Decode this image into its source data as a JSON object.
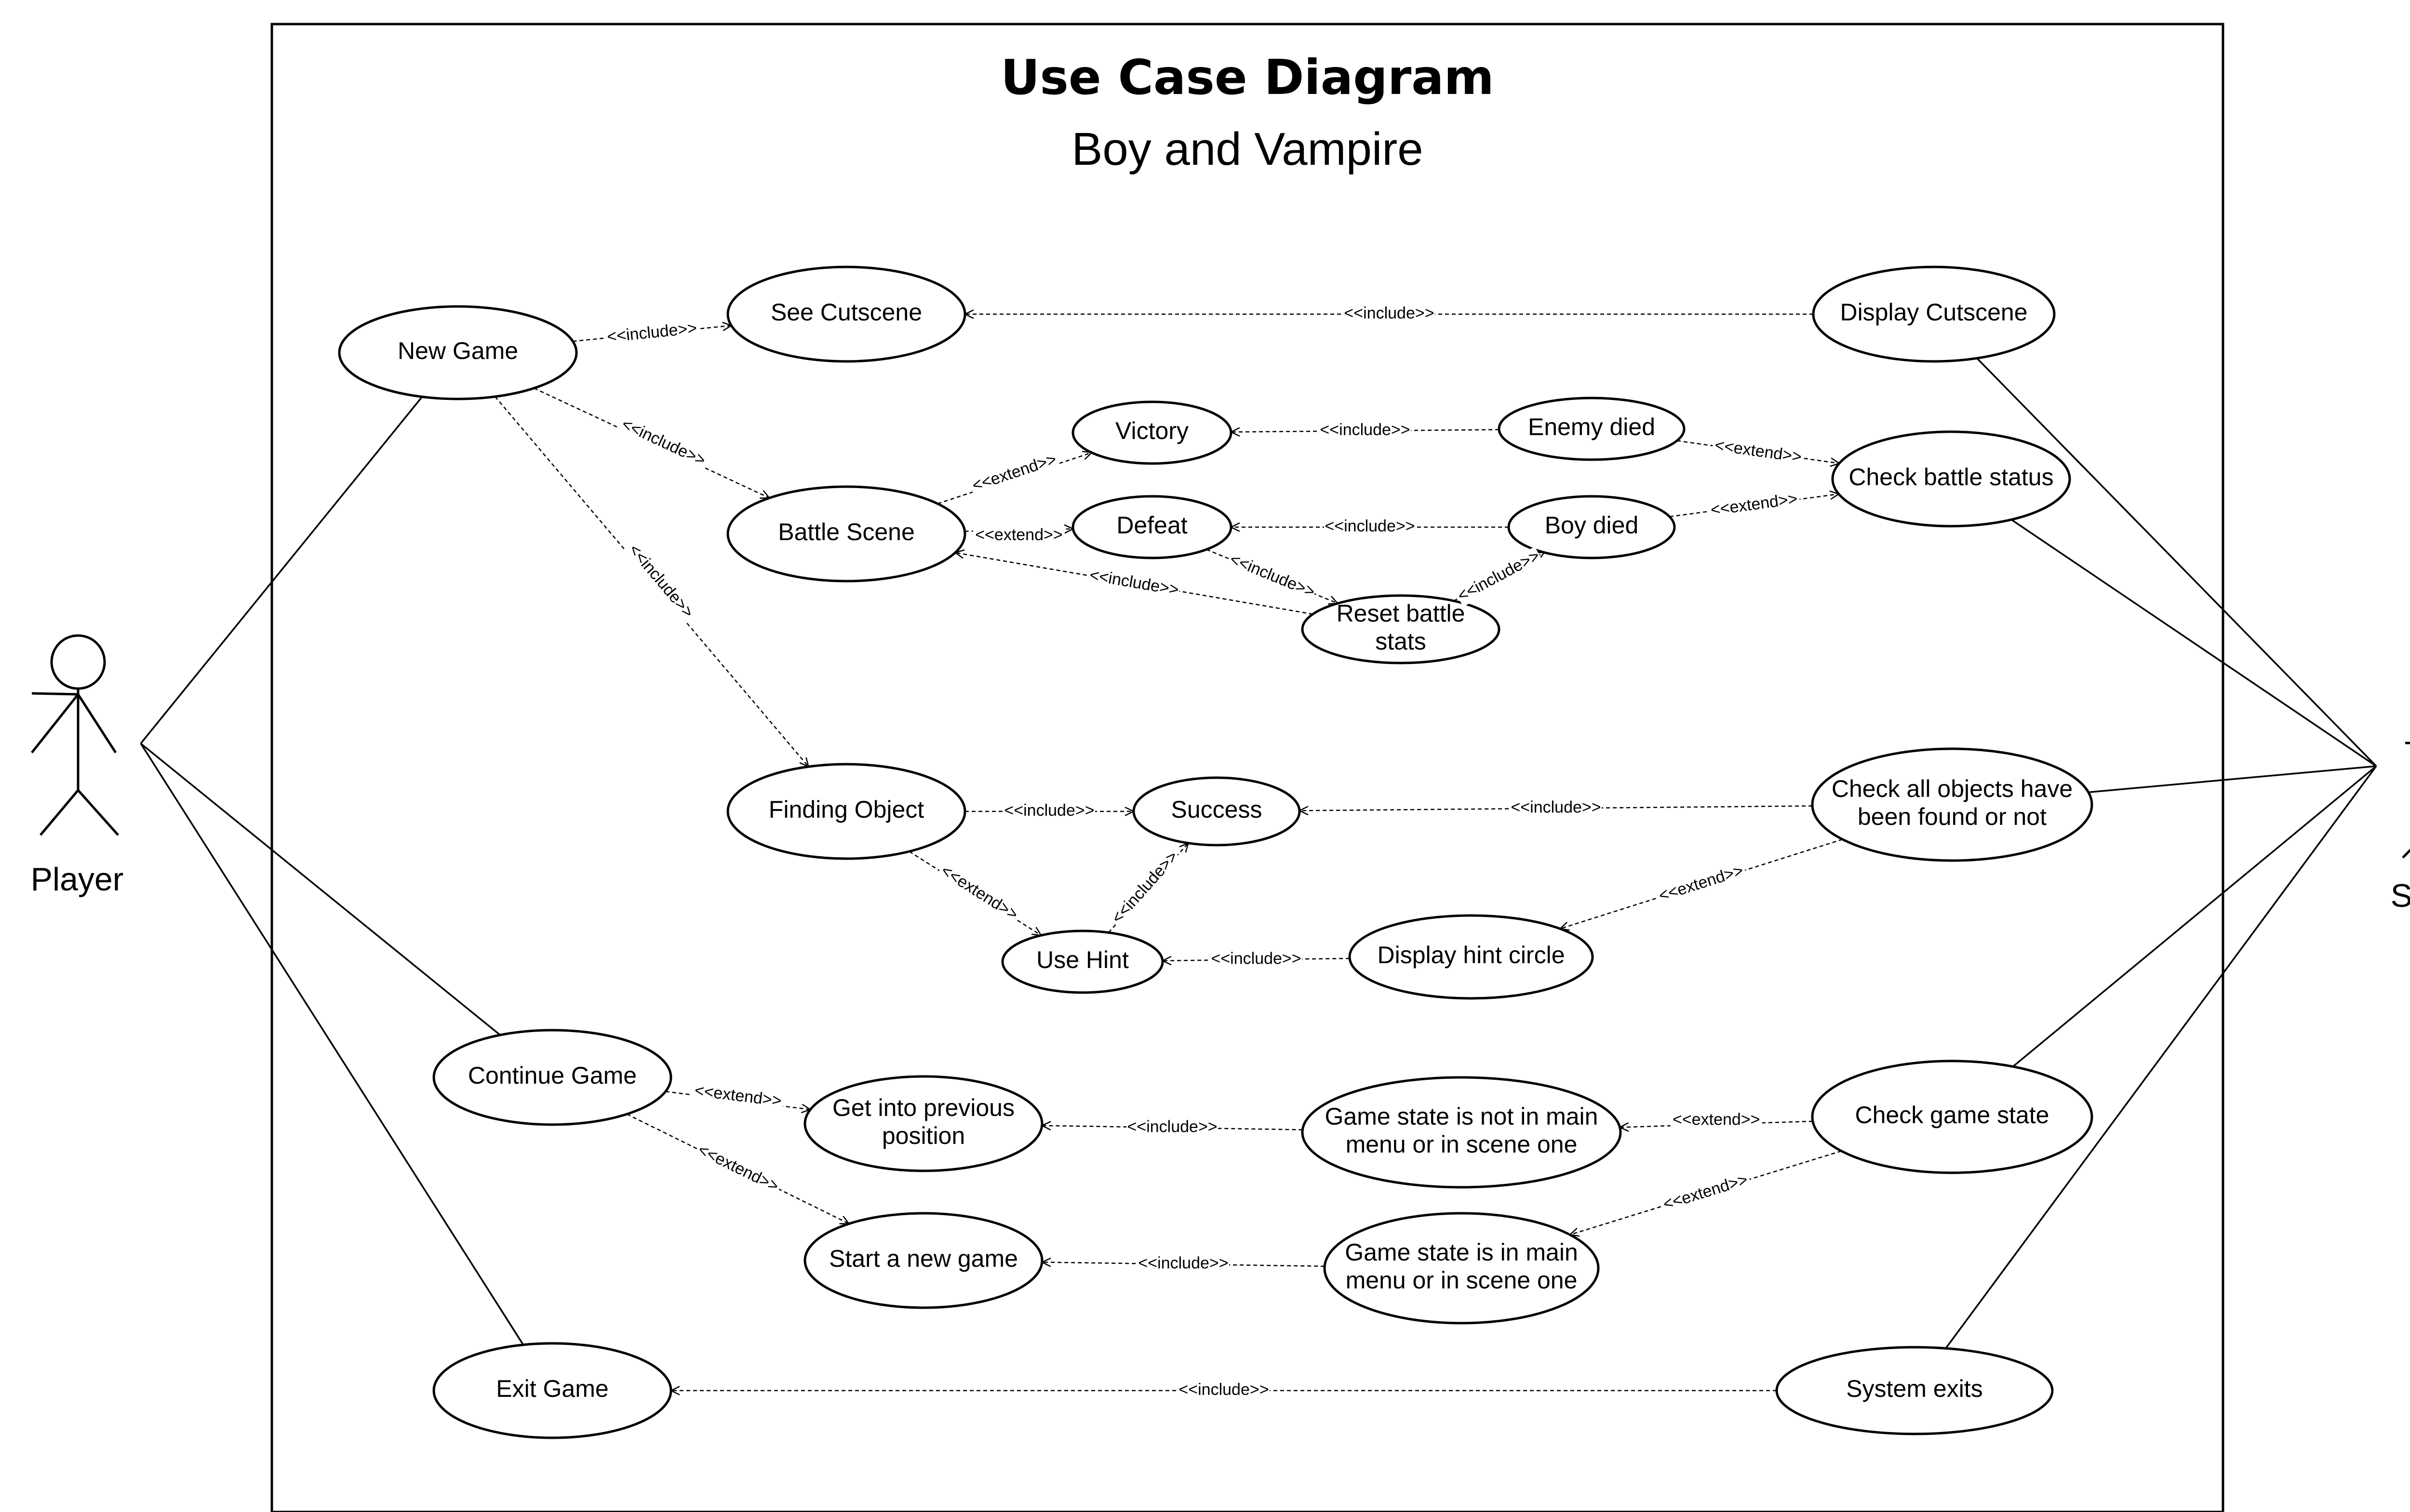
{
  "title": "Use Case Diagram",
  "subtitle": "Boy and Vampire",
  "actors": {
    "player": "Player",
    "system": "System"
  },
  "use_cases": {
    "new_game": [
      "New Game"
    ],
    "see_cutscene": [
      "See Cutscene"
    ],
    "display_cutscene": [
      "Display Cutscene"
    ],
    "victory": [
      "Victory"
    ],
    "enemy_died": [
      "Enemy died"
    ],
    "check_battle_status": [
      "Check battle status"
    ],
    "battle_scene": [
      "Battle Scene"
    ],
    "defeat": [
      "Defeat"
    ],
    "boy_died": [
      "Boy died"
    ],
    "reset_battle_stats": [
      "Reset battle",
      "stats"
    ],
    "finding_object": [
      "Finding Object"
    ],
    "success": [
      "Success"
    ],
    "check_all_objects": [
      "Check all objects have",
      "been found or not"
    ],
    "use_hint": [
      "Use Hint"
    ],
    "display_hint_circle": [
      "Display hint circle"
    ],
    "continue_game": [
      "Continue Game"
    ],
    "get_into_previous": [
      "Get into previous",
      "position"
    ],
    "state_not_main": [
      "Game state is not in main",
      "menu or in scene one"
    ],
    "check_game_state": [
      "Check game state"
    ],
    "start_new_game": [
      "Start a new game"
    ],
    "state_main": [
      "Game state is in main",
      "menu or in scene one"
    ],
    "exit_game": [
      "Exit Game"
    ],
    "system_exits": [
      "System exits"
    ]
  },
  "relations": [
    {
      "id": "r1",
      "from": "new_game",
      "to": "see_cutscene",
      "label": "<<include>>"
    },
    {
      "id": "r2",
      "from": "display_cutscene",
      "to": "see_cutscene",
      "label": "<<include>>"
    },
    {
      "id": "r3",
      "from": "new_game",
      "to": "battle_scene",
      "label": "<<include>>"
    },
    {
      "id": "r4",
      "from": "new_game",
      "to": "finding_object",
      "label": "<<include>>"
    },
    {
      "id": "r5",
      "from": "battle_scene",
      "to": "victory",
      "label": "<<extend>>"
    },
    {
      "id": "r6",
      "from": "battle_scene",
      "to": "defeat",
      "label": "<<extend>>"
    },
    {
      "id": "r7",
      "from": "enemy_died",
      "to": "victory",
      "label": "<<include>>"
    },
    {
      "id": "r8",
      "from": "boy_died",
      "to": "defeat",
      "label": "<<include>>"
    },
    {
      "id": "r9",
      "from": "enemy_died",
      "to": "check_battle_status",
      "label": "<<extend>>"
    },
    {
      "id": "r10",
      "from": "boy_died",
      "to": "check_battle_status",
      "label": "<<extend>>"
    },
    {
      "id": "r11",
      "from": "defeat",
      "to": "reset_battle_stats",
      "label": "<<include>>"
    },
    {
      "id": "r12",
      "from": "reset_battle_stats",
      "to": "boy_died",
      "label": "<<include>>"
    },
    {
      "id": "r13",
      "from": "reset_battle_stats",
      "to": "battle_scene",
      "label": "<<include>>"
    },
    {
      "id": "r14",
      "from": "finding_object",
      "to": "success",
      "label": "<<include>>"
    },
    {
      "id": "r15",
      "from": "check_all_objects",
      "to": "success",
      "label": "<<include>>"
    },
    {
      "id": "r16",
      "from": "finding_object",
      "to": "use_hint",
      "label": "<<extend>>"
    },
    {
      "id": "r17",
      "from": "use_hint",
      "to": "success",
      "label": "<<include>>"
    },
    {
      "id": "r18",
      "from": "display_hint_circle",
      "to": "use_hint",
      "label": "<<include>>"
    },
    {
      "id": "r19",
      "from": "check_all_objects",
      "to": "display_hint_circle",
      "label": "<<extend>>"
    },
    {
      "id": "r20",
      "from": "continue_game",
      "to": "get_into_previous",
      "label": "<<extend>>"
    },
    {
      "id": "r21",
      "from": "continue_game",
      "to": "start_new_game",
      "label": "<<extend>>"
    },
    {
      "id": "r22",
      "from": "state_not_main",
      "to": "get_into_previous",
      "label": "<<include>>"
    },
    {
      "id": "r23",
      "from": "check_game_state",
      "to": "state_not_main",
      "label": "<<extend>>"
    },
    {
      "id": "r24",
      "from": "state_main",
      "to": "start_new_game",
      "label": "<<include>>"
    },
    {
      "id": "r25",
      "from": "check_game_state",
      "to": "state_main",
      "label": "<<extend>>"
    },
    {
      "id": "r26",
      "from": "system_exits",
      "to": "exit_game",
      "label": "<<include>>"
    }
  ],
  "associations": [
    {
      "actor": "player",
      "use_case": "new_game"
    },
    {
      "actor": "player",
      "use_case": "continue_game"
    },
    {
      "actor": "player",
      "use_case": "exit_game"
    },
    {
      "actor": "system",
      "use_case": "display_cutscene"
    },
    {
      "actor": "system",
      "use_case": "check_battle_status"
    },
    {
      "actor": "system",
      "use_case": "check_all_objects"
    },
    {
      "actor": "system",
      "use_case": "check_game_state"
    },
    {
      "actor": "system",
      "use_case": "system_exits"
    }
  ]
}
